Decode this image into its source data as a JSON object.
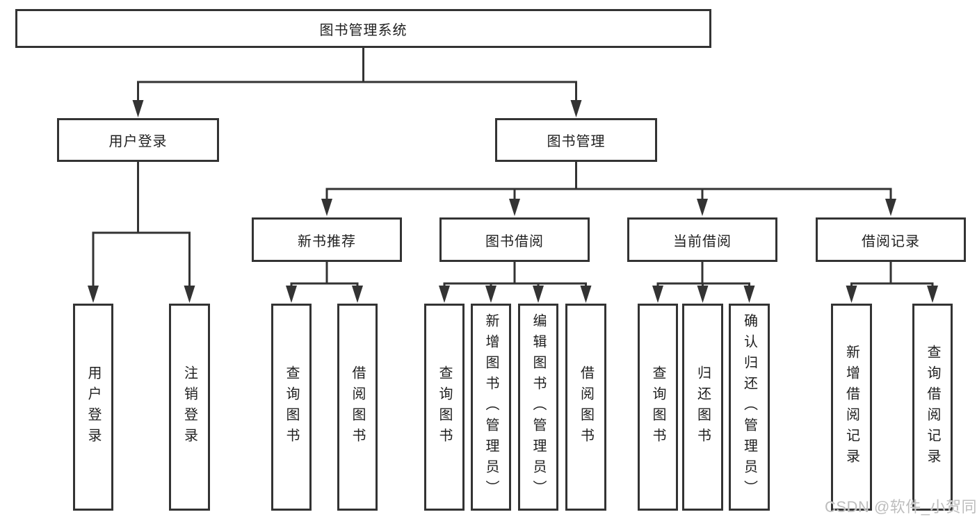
{
  "watermark": "CSDN @软件_小贺同学",
  "colors": {
    "line": "#333333",
    "box_border": "#333333",
    "text": "#1f1f1f",
    "watermark": "#bdbdbd",
    "background": "#ffffff"
  },
  "tree": {
    "label": "图书管理系统",
    "children": [
      {
        "label": "用户登录",
        "children": [
          {
            "label": "用户登录"
          },
          {
            "label": "注销登录"
          }
        ]
      },
      {
        "label": "图书管理",
        "children": [
          {
            "label": "新书推荐",
            "children": [
              {
                "label": "查询图书"
              },
              {
                "label": "借阅图书"
              }
            ]
          },
          {
            "label": "图书借阅",
            "children": [
              {
                "label": "查询图书"
              },
              {
                "label": "新增图书（管理员）"
              },
              {
                "label": "编辑图书（管理员）"
              },
              {
                "label": "借阅图书"
              }
            ]
          },
          {
            "label": "当前借阅",
            "children": [
              {
                "label": "查询图书"
              },
              {
                "label": "归还图书"
              },
              {
                "label": "确认归还（管理员）"
              }
            ]
          },
          {
            "label": "借阅记录",
            "children": [
              {
                "label": "新增借阅记录"
              },
              {
                "label": "查询借阅记录"
              }
            ]
          }
        ]
      }
    ]
  }
}
